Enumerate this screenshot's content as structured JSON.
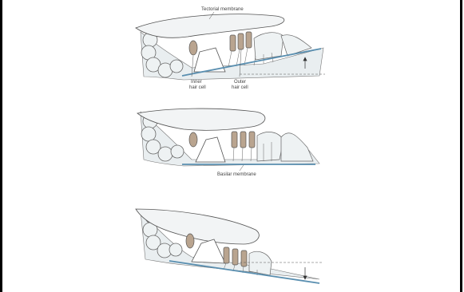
{
  "labels": {
    "tectorial_membrane": "Tectorial membrane",
    "inner_hair_cell_line1": "Inner",
    "inner_hair_cell_line2": "hair cell",
    "outer_hair_cell_line1": "Outer",
    "outer_hair_cell_line2": "hair cell",
    "basilar_membrane": "Basilar membrane"
  },
  "arrows": {
    "top_panel": "up",
    "bottom_panel": "down"
  },
  "colors": {
    "membrane": "#5a8fb0",
    "hair_cell": "#b9a48f",
    "outline": "#555555",
    "tissue_fill": "#e9eef0"
  }
}
